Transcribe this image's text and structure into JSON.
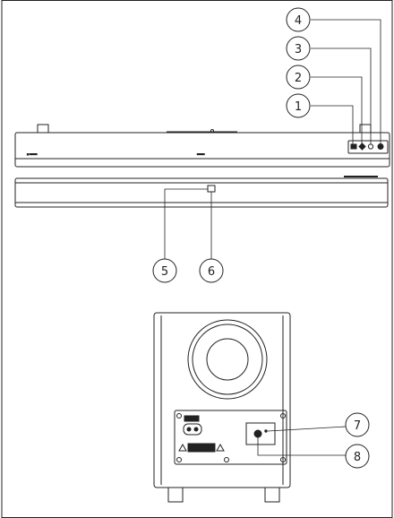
{
  "callouts": [
    {
      "number": "1"
    },
    {
      "number": "2"
    },
    {
      "number": "3"
    },
    {
      "number": "4"
    },
    {
      "number": "5"
    },
    {
      "number": "6"
    },
    {
      "number": "7"
    },
    {
      "number": "8"
    }
  ],
  "colors": {
    "line": "#222222",
    "background": "#ffffff"
  }
}
